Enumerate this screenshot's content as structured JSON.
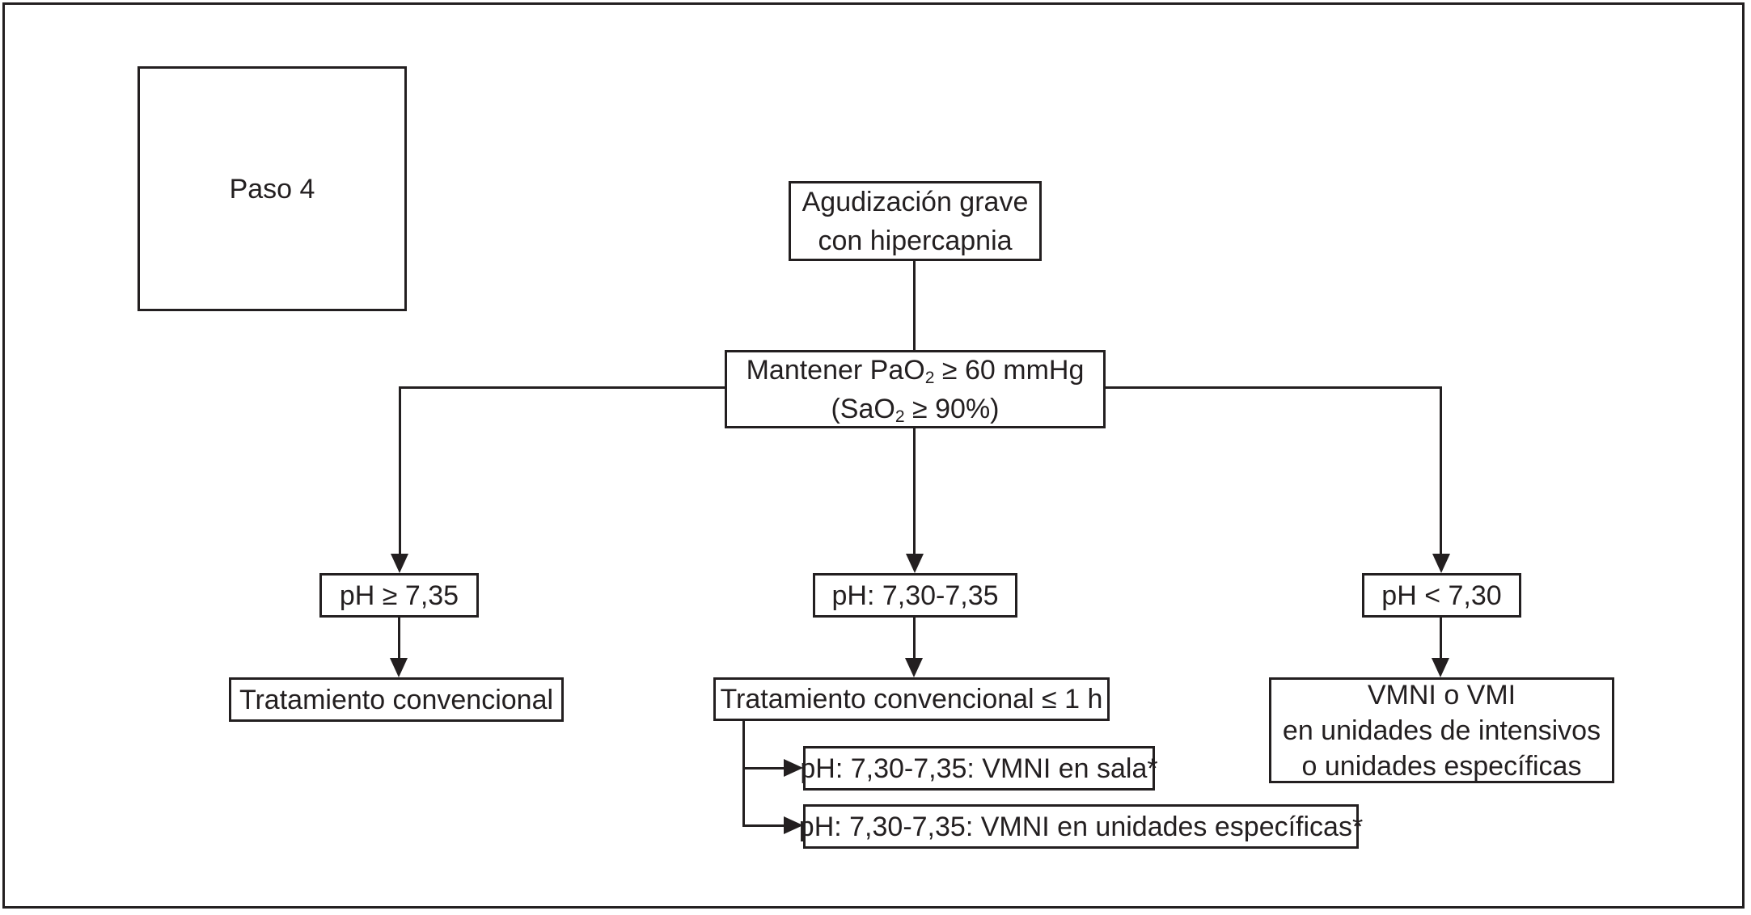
{
  "figure": {
    "colors": {
      "ink": "#231f20",
      "background": "#ffffff"
    },
    "step_label": "Paso 4",
    "nodes": {
      "root": {
        "line1": "Agudización grave",
        "line2": "con hipercapnia"
      },
      "maintain": {
        "line1_pre": "Mantener PaO",
        "line1_sub": "2",
        "line1_post": " ≥ 60 mmHg",
        "line2_pre": "(SaO",
        "line2_sub": "2",
        "line2_post": " ≥ 90%)"
      },
      "ph_high": {
        "label": "pH ≥ 7,35"
      },
      "ph_mid": {
        "label": "pH: 7,30-7,35"
      },
      "ph_low": {
        "label": "pH < 7,30"
      },
      "conventional": {
        "label": "Tratamiento convencional"
      },
      "conventional_1h": {
        "label": "Tratamiento convencional ≤ 1 h"
      },
      "vmni_vmi": {
        "line1": "VMNI o VMI",
        "line2": "en unidades de intensivos",
        "line3": "o unidades específicas"
      },
      "vmni_sala": {
        "label": "pH: 7,30-7,35: VMNI en sala*"
      },
      "vmni_unidades": {
        "label": "pH: 7,30-7,35: VMNI en unidades específicas*"
      }
    }
  }
}
